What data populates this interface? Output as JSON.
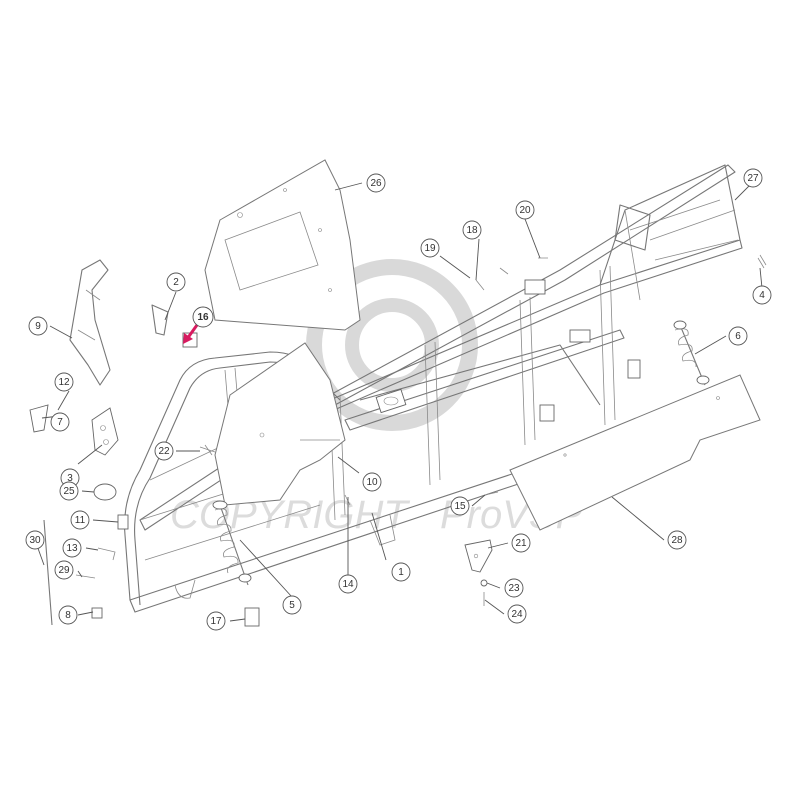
{
  "diagram": {
    "watermark": {
      "copyright": "COPYRIGHT",
      "brand": "ProVSP"
    },
    "highlight_color": "#d81b60",
    "line_color": "#777777",
    "callouts": [
      {
        "num": "1"
      },
      {
        "num": "2"
      },
      {
        "num": "3"
      },
      {
        "num": "4"
      },
      {
        "num": "5"
      },
      {
        "num": "6"
      },
      {
        "num": "7"
      },
      {
        "num": "8"
      },
      {
        "num": "9"
      },
      {
        "num": "10"
      },
      {
        "num": "11"
      },
      {
        "num": "12"
      },
      {
        "num": "13"
      },
      {
        "num": "14"
      },
      {
        "num": "15"
      },
      {
        "num": "16",
        "highlighted": true
      },
      {
        "num": "17"
      },
      {
        "num": "18"
      },
      {
        "num": "19"
      },
      {
        "num": "20"
      },
      {
        "num": "21"
      },
      {
        "num": "22"
      },
      {
        "num": "23"
      },
      {
        "num": "24"
      },
      {
        "num": "25"
      },
      {
        "num": "26"
      },
      {
        "num": "27"
      },
      {
        "num": "28"
      },
      {
        "num": "29"
      },
      {
        "num": "30"
      }
    ]
  }
}
